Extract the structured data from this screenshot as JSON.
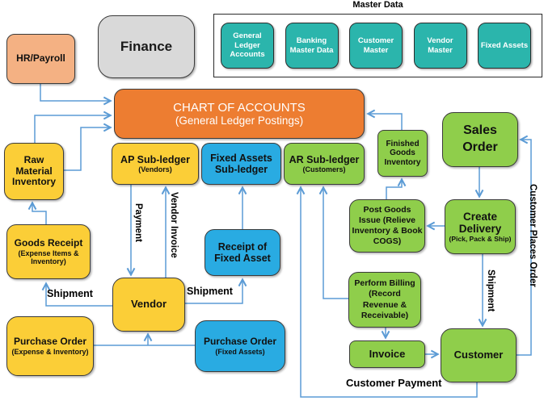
{
  "diagram": {
    "master_data": {
      "title": "Master Data",
      "items": [
        "General Ledger Accounts",
        "Banking Master Data",
        "Customer Master",
        "Vendor Master",
        "Fixed Assets"
      ]
    },
    "boxes": {
      "hr_payroll": {
        "label": "HR/Payroll"
      },
      "finance": {
        "label": "Finance"
      },
      "chart_of_accounts": {
        "title": "CHART OF ACCOUNTS",
        "subtitle": "(General Ledger Postings)"
      },
      "raw_material_inventory": {
        "label": "Raw Material Inventory"
      },
      "ap_subledger": {
        "title": "AP Sub-ledger",
        "subtitle": "(Vendors)"
      },
      "fixed_assets_subledger": {
        "title": "Fixed Assets Sub-ledger"
      },
      "ar_subledger": {
        "title": "AR Sub-ledger",
        "subtitle": "(Customers)"
      },
      "finished_goods_inventory": {
        "label": "Finished Goods Inventory"
      },
      "sales_order": {
        "label": "Sales Order"
      },
      "goods_receipt": {
        "title": "Goods Receipt",
        "subtitle": "(Expense Items & Inventory)"
      },
      "receipt_of_fixed_asset": {
        "label": "Receipt of Fixed Asset"
      },
      "post_goods_issue": {
        "label": "Post Goods Issue (Relieve Inventory & Book COGS)"
      },
      "create_delivery": {
        "title": "Create Delivery",
        "subtitle": "(Pick, Pack & Ship)"
      },
      "vendor": {
        "label": "Vendor"
      },
      "perform_billing": {
        "label": "Perform Billing (Record Revenue & Receivable)"
      },
      "purchase_order_expense": {
        "title": "Purchase Order",
        "subtitle": "(Expense & Inventory)"
      },
      "purchase_order_fixed_assets": {
        "title": "Purchase Order",
        "subtitle": "(Fixed Assets)"
      },
      "invoice": {
        "label": "Invoice"
      },
      "customer": {
        "label": "Customer"
      }
    },
    "edge_labels": {
      "payment": "Payment",
      "vendor_invoice": "Vendor Invoice",
      "shipment_to_goods_receipt": "Shipment",
      "shipment_to_fixed_asset": "Shipment",
      "shipment_to_customer": "Shipment",
      "customer_places_order": "Customer Places Order",
      "customer_payment": "Customer Payment"
    },
    "colors": {
      "orange": "#ED7D31",
      "peach": "#F4B183",
      "gray": "#D9D9D9",
      "yellow": "#FBCE37",
      "blue": "#29ABE2",
      "green": "#8FCE4B",
      "teal": "#2BB5AC",
      "connector": "#5B9BD5"
    }
  }
}
